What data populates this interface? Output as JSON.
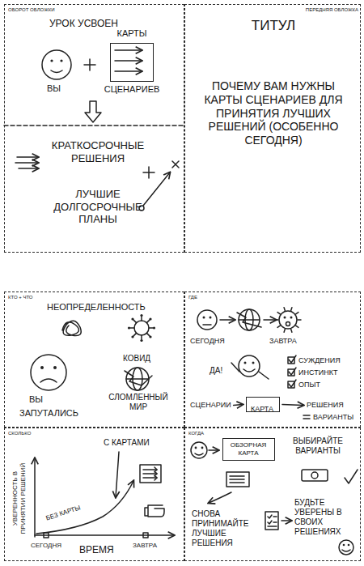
{
  "diagram": {
    "nodes": [
      {
        "text": [
          "ОБОРОТ ОБЛОЖКИ",
          "УРОК УСВОЕН",
          "ВЫ",
          "КРАТКОСРОЧНЫЕ РЕШЕНИЯ",
          "ЛУЧШИЕ ДОЛГОСРОЧНЫЕ ПЛАНЫ"
        ]
      },
      {
        "text": [
          "КАРТЫ",
          "СЦЕНАРИЕВ"
        ],
        "in": 0
      },
      {
        "text": [
          "ПЕРЕДНЯЯ ОБЛОЖКА",
          "ТИТУЛ",
          "ПОЧЕМУ ВАМ НУЖНЫ КАРТЫ СЦЕНАРИЕВ ДЛЯ ПРИНЯТИЯ ЛУЧШИХ РЕШЕНИЙ (ОСОБЕННО СЕГОДНЯ)"
        ]
      },
      {
        "text": [
          "КТО + ЧТО",
          "НЕОПРЕДЕЛЕННОСТЬ",
          "ВЫ",
          "ЗАПУТАЛИСЬ",
          "КОВИД",
          "СЛОМЛЕННЫЙ МИР"
        ]
      },
      {
        "text": [
          "ГДЕ",
          "СЕГОДНЯ",
          "ЗАВТРА",
          "ДА!",
          "СУЖДЕНИЯ",
          "ИНСТИНКТ",
          "ОПЫТ",
          "СЦЕНАРИИ",
          "РЕШЕНИЯ",
          "ВАРИАНТЫ"
        ]
      },
      {
        "text": [
          "КАРТА"
        ],
        "in": 4
      },
      {
        "text": [
          "СКОЛЬКО",
          "С КАРТАМИ",
          "УВЕРЕННОСТЬ В ПРИНЯТИИ РЕШЕНИЙ",
          "БЕЗ КАРТЫ",
          "СЕГОДНЯ",
          "ВРЕМЯ",
          "ЗАВТРА"
        ]
      },
      {
        "text": [
          "КОГДА",
          "ВЫБИРАЙТЕ ВАРИАНТЫ",
          "СНОВА ПРИНИМАЙТЕ ЛУЧШИЕ РЕШЕНИЯ",
          "БУДЬТЕ УВЕРЕНЫ В СВОИХ РЕШЕНИЯХ"
        ]
      },
      {
        "text": [
          "ОБЗОРНАЯ КАРТА"
        ],
        "in": 7
      }
    ]
  }
}
